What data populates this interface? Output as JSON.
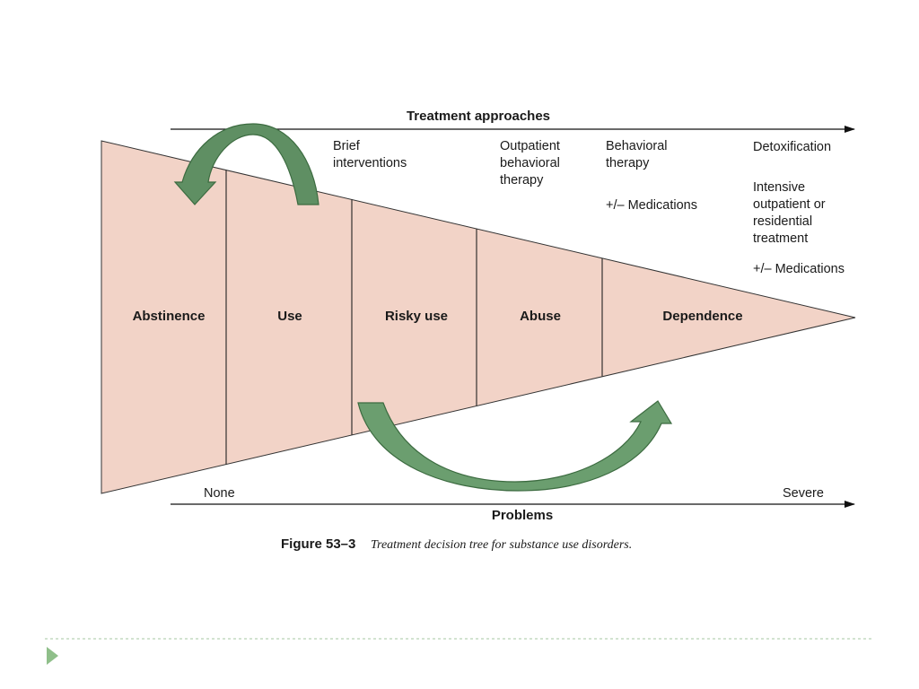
{
  "treatment_axis": {
    "label": "Treatment approaches"
  },
  "problems_axis": {
    "label": "Problems",
    "low_label": "None",
    "high_label": "Severe"
  },
  "approaches": [
    {
      "lines": [
        "Brief",
        "interventions"
      ]
    },
    {
      "lines": [
        "Outpatient",
        "behavioral",
        "therapy"
      ]
    },
    {
      "lines": [
        "Behavioral",
        "therapy"
      ],
      "extra": "+/– Medications"
    },
    {
      "lines": [
        "Detoxification"
      ]
    },
    {
      "lines": [
        "Intensive",
        "outpatient or",
        "residential",
        "treatment"
      ],
      "extra": "+/– Medications"
    }
  ],
  "stages": [
    {
      "label": "Abstinence"
    },
    {
      "label": "Use"
    },
    {
      "label": "Risky use"
    },
    {
      "label": "Abuse"
    },
    {
      "label": "Dependence"
    }
  ],
  "caption": {
    "number": "Figure 53–3",
    "text": "Treatment decision tree for substance use disorders."
  },
  "colors": {
    "wedge_fill": "#f2d3c7",
    "arrow_fill": "#6b9e6f",
    "arrow_stroke": "#3c6b40",
    "slide_accent": "#8fbf8a",
    "footer_line": "#a6c7a0"
  },
  "footer": {
    "icon": "play-triangle-icon"
  }
}
